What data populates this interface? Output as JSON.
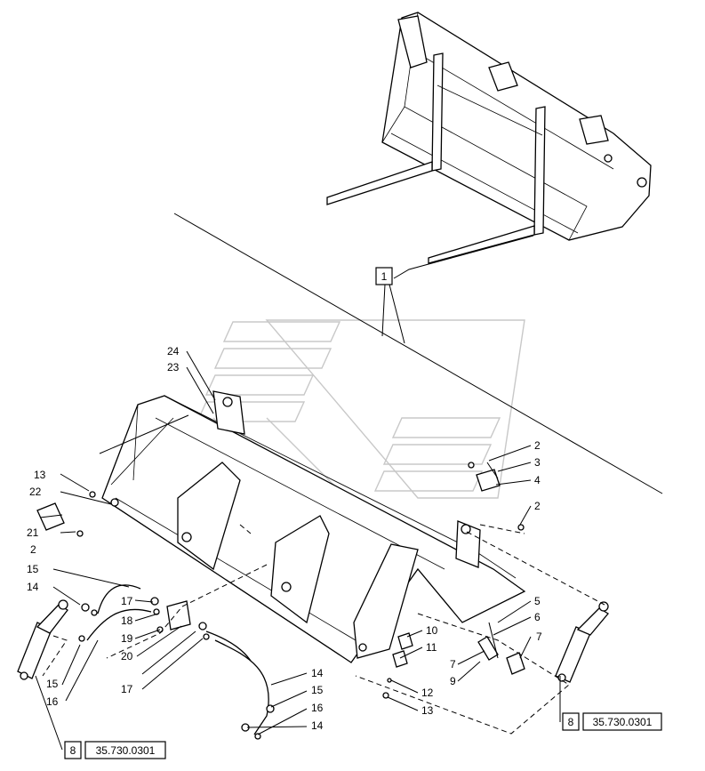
{
  "callouts": [
    {
      "id": "c1",
      "label": "1"
    },
    {
      "id": "c24",
      "label": "24"
    },
    {
      "id": "c23",
      "label": "23"
    },
    {
      "id": "c13a",
      "label": "13"
    },
    {
      "id": "c22",
      "label": "22"
    },
    {
      "id": "c21",
      "label": "21"
    },
    {
      "id": "c2a",
      "label": "2"
    },
    {
      "id": "c15a",
      "label": "15"
    },
    {
      "id": "c14a",
      "label": "14"
    },
    {
      "id": "c17a",
      "label": "17"
    },
    {
      "id": "c18",
      "label": "18"
    },
    {
      "id": "c19",
      "label": "19"
    },
    {
      "id": "c20",
      "label": "20"
    },
    {
      "id": "c17b",
      "label": "17"
    },
    {
      "id": "c15b",
      "label": "15"
    },
    {
      "id": "c16a",
      "label": "16"
    },
    {
      "id": "c14b",
      "label": "14"
    },
    {
      "id": "c15c",
      "label": "15"
    },
    {
      "id": "c16b",
      "label": "16"
    },
    {
      "id": "c14c",
      "label": "14"
    },
    {
      "id": "c2b",
      "label": "2"
    },
    {
      "id": "c3",
      "label": "3"
    },
    {
      "id": "c4",
      "label": "4"
    },
    {
      "id": "c2c",
      "label": "2"
    },
    {
      "id": "c5",
      "label": "5"
    },
    {
      "id": "c6",
      "label": "6"
    },
    {
      "id": "c7a",
      "label": "7"
    },
    {
      "id": "c7b",
      "label": "7"
    },
    {
      "id": "c9",
      "label": "9"
    },
    {
      "id": "c10",
      "label": "10"
    },
    {
      "id": "c11",
      "label": "11"
    },
    {
      "id": "c12",
      "label": "12"
    },
    {
      "id": "c13b",
      "label": "13"
    }
  ],
  "references": [
    {
      "id": "refLeft",
      "qty": "8",
      "code": "35.730.0301"
    },
    {
      "id": "refRight",
      "qty": "8",
      "code": "35.730.0301"
    }
  ]
}
